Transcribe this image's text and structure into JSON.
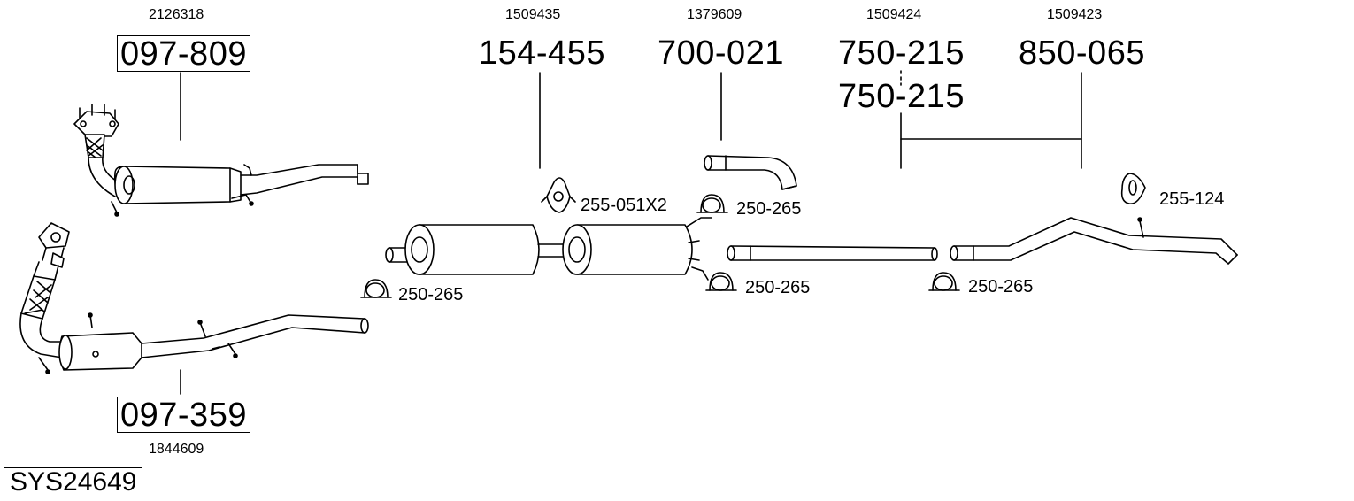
{
  "system": {
    "code": "SYS24649"
  },
  "parts": {
    "cat_upper": {
      "ref": "2126318",
      "number": "097-809"
    },
    "cat_lower": {
      "ref": "1844609",
      "number": "097-359"
    },
    "front_box": {
      "ref": "1509435",
      "number": "154-455"
    },
    "mid_bend": {
      "ref": "1379609",
      "number": "700-021"
    },
    "mid_pipe": {
      "ref": "1509424",
      "number_1": "750-215",
      "number_2": "750-215"
    },
    "tail_pipe": {
      "ref": "1509423",
      "number": "850-065"
    }
  },
  "accessories": {
    "hanger_pair": "255-051X2",
    "hanger_rear": "255-124",
    "clamp_1": "250-265",
    "clamp_2": "250-265",
    "clamp_3": "250-265",
    "clamp_4": "250-265"
  }
}
